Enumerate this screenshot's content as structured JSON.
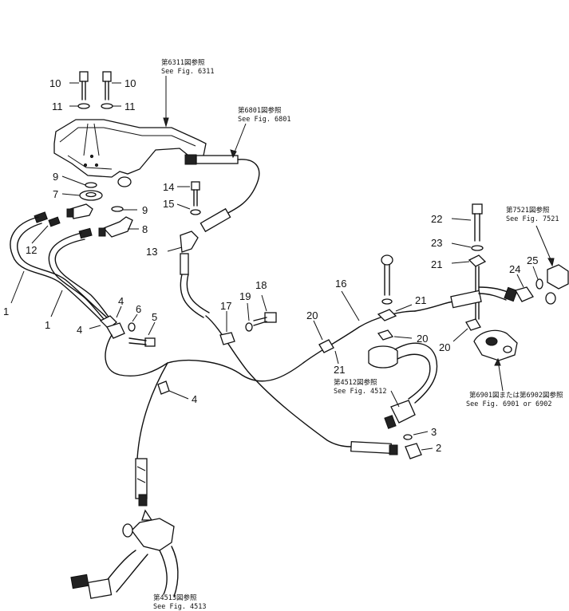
{
  "part_numbers": {
    "p1": "1",
    "p2": "2",
    "p3": "3",
    "p4": "4",
    "p5": "5",
    "p6": "6",
    "p7": "7",
    "p8": "8",
    "p9": "9",
    "p10": "10",
    "p11": "11",
    "p12": "12",
    "p13": "13",
    "p14": "14",
    "p15": "15",
    "p16": "16",
    "p17": "17",
    "p18": "18",
    "p19": "19",
    "p20": "20",
    "p21": "21",
    "p22": "22",
    "p23": "23",
    "p24": "24",
    "p25": "25"
  },
  "references": {
    "fig6311_jp": "第6311図参照",
    "fig6311_en": "See  Fig.  6311",
    "fig6801_jp": "第6801図参照",
    "fig6801_en": "See  Fig.  6801",
    "fig7521_jp": "第7521図参照",
    "fig7521_en": "See  Fig.  7521",
    "fig4512_jp": "第4512図参照",
    "fig4512_en": "See  Fig.  4512",
    "fig6901_jp": "第6901図または第6902図参照",
    "fig6901_en": "See  Fig.  6901  or  6902",
    "fig4513_jp": "第4513図参照",
    "fig4513_en": "See  Fig.  4513"
  }
}
